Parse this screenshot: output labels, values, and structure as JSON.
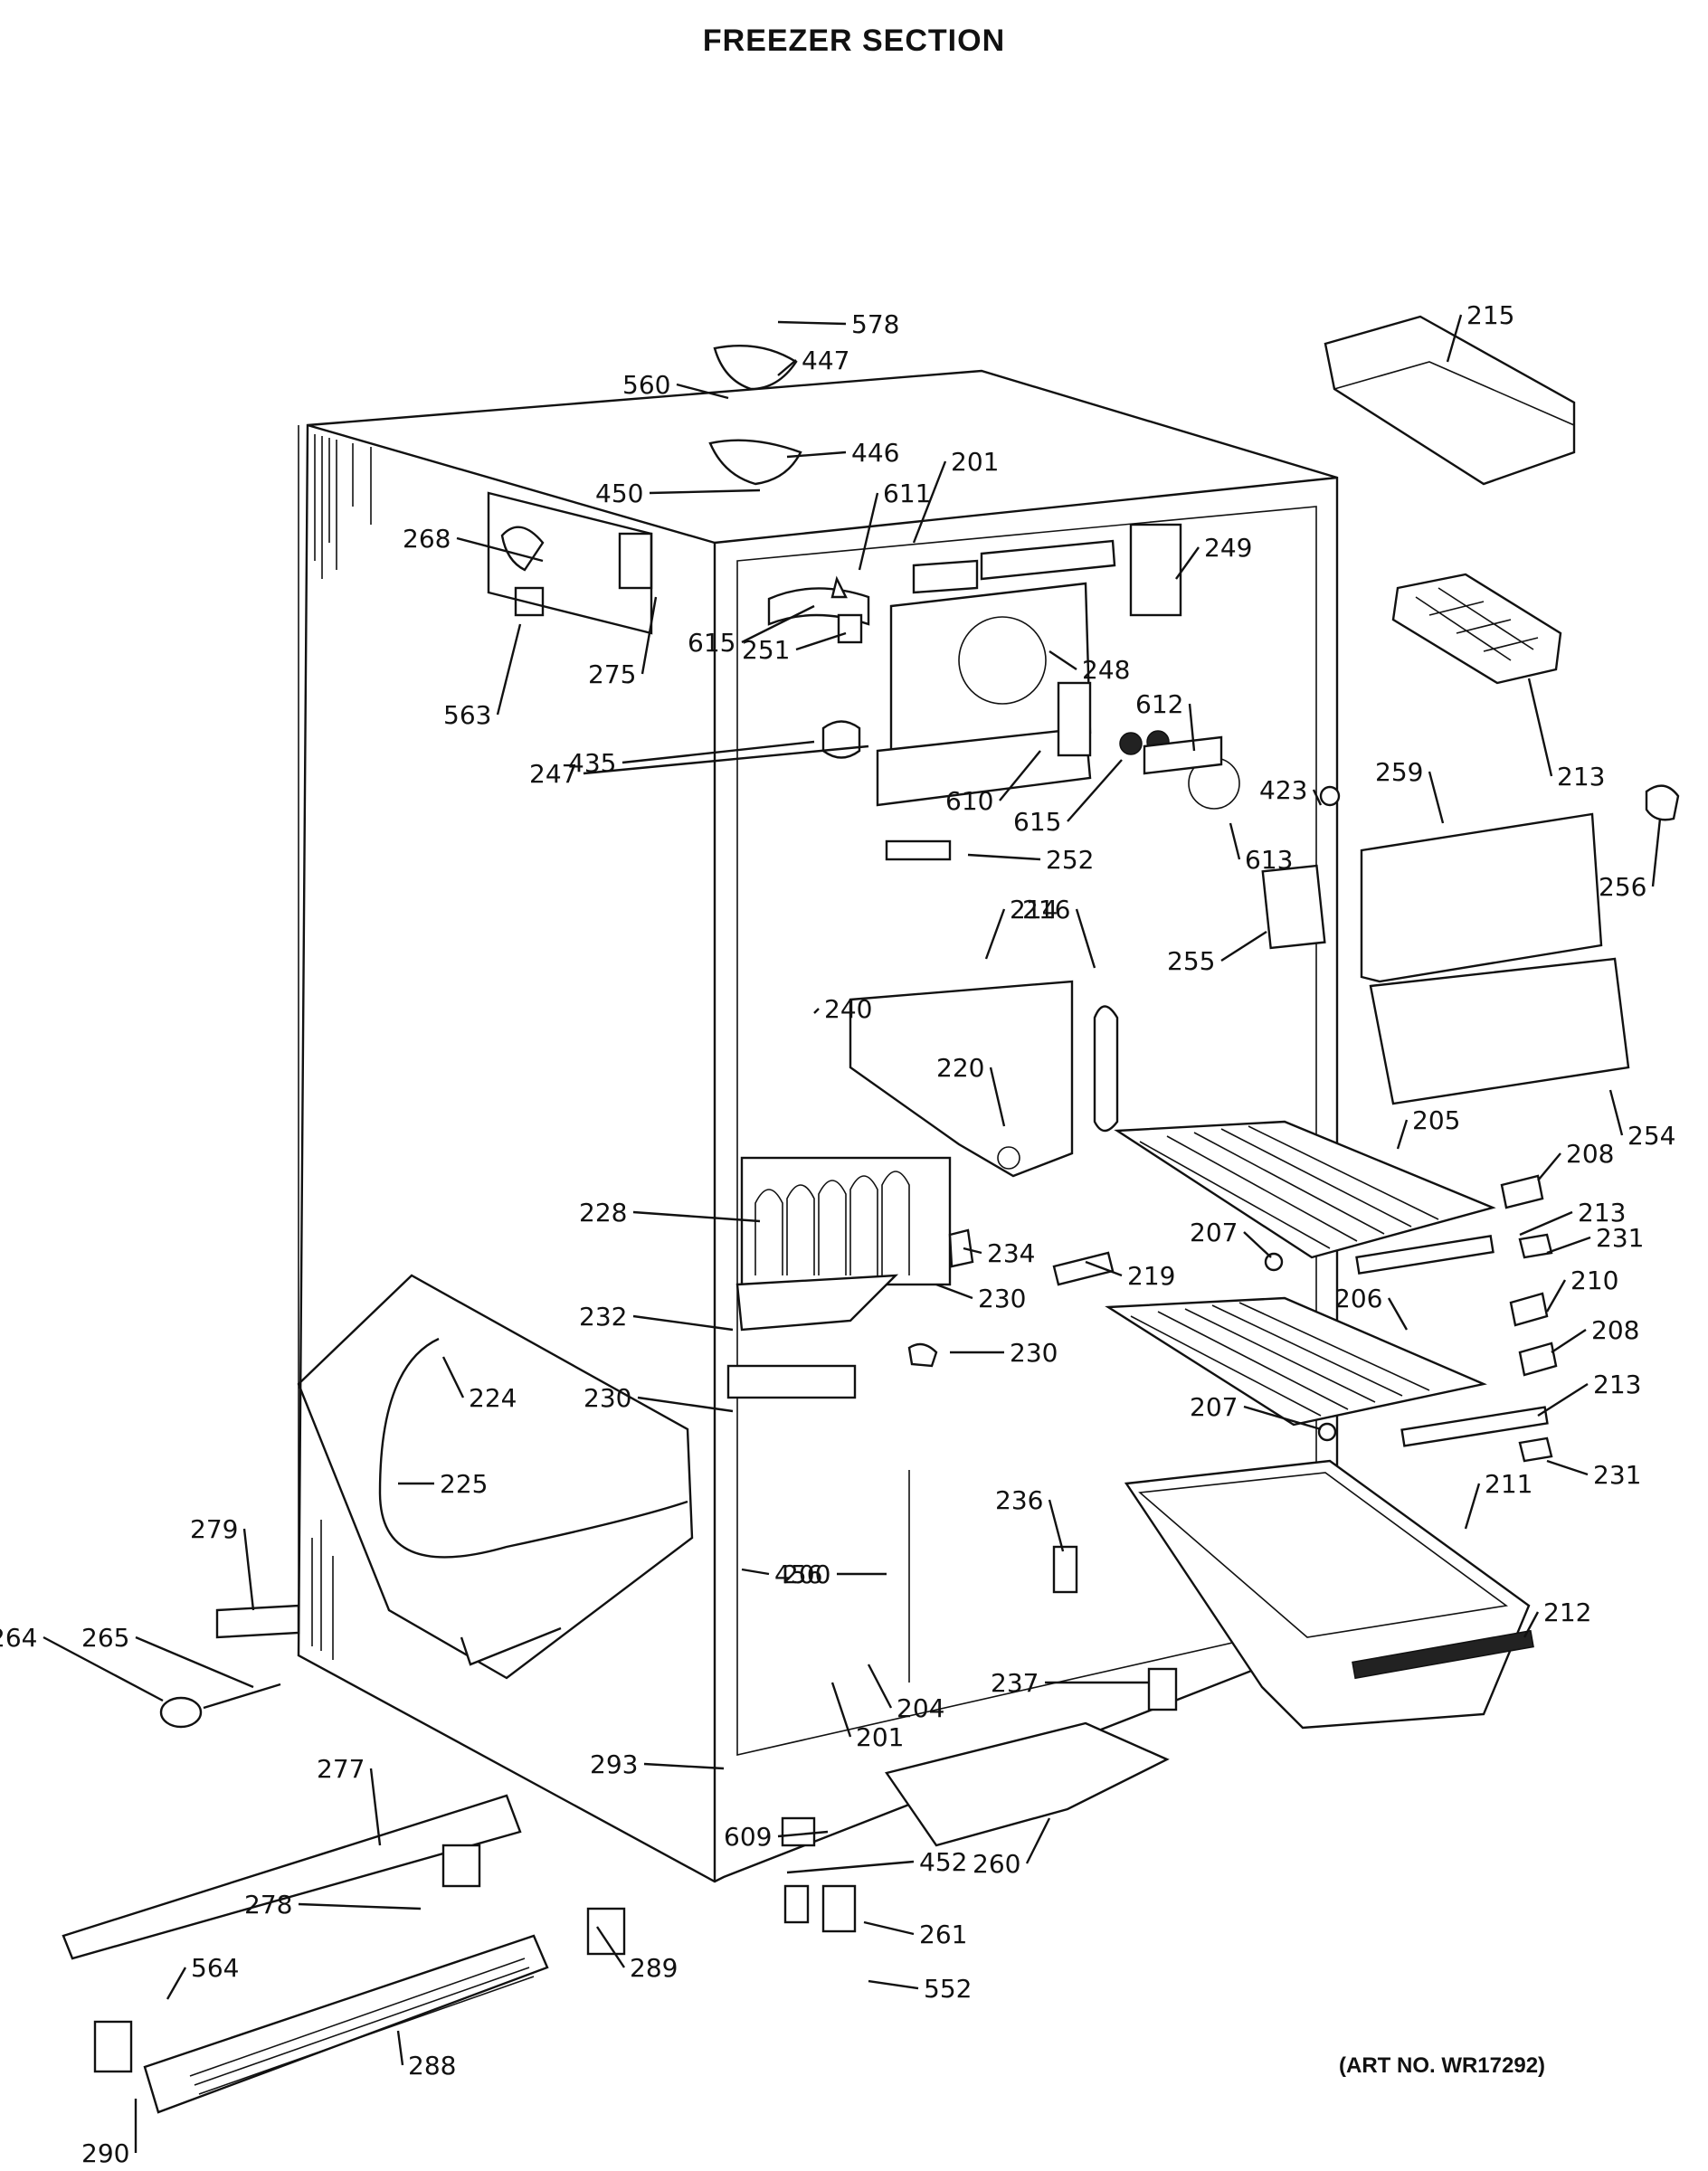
{
  "title": "FREEZER SECTION",
  "art_number": "(ART NO. WR17292)",
  "callouts": [
    "578",
    "447",
    "560",
    "446",
    "450",
    "201",
    "611",
    "249",
    "268",
    "615",
    "251",
    "248",
    "275",
    "563",
    "435",
    "247",
    "610",
    "615",
    "612",
    "613",
    "423",
    "252",
    "214",
    "216",
    "240",
    "220",
    "228",
    "234",
    "230",
    "219",
    "232",
    "230",
    "230",
    "224",
    "225",
    "279",
    "456",
    "200",
    "236",
    "264",
    "265",
    "204",
    "201",
    "237",
    "293",
    "277",
    "609",
    "452",
    "260",
    "278",
    "261",
    "552",
    "564",
    "289",
    "288",
    "290",
    "215",
    "213",
    "259",
    "256",
    "255",
    "254",
    "205",
    "208",
    "207",
    "213",
    "231",
    "210",
    "206",
    "208",
    "213",
    "207",
    "231",
    "211",
    "212"
  ]
}
